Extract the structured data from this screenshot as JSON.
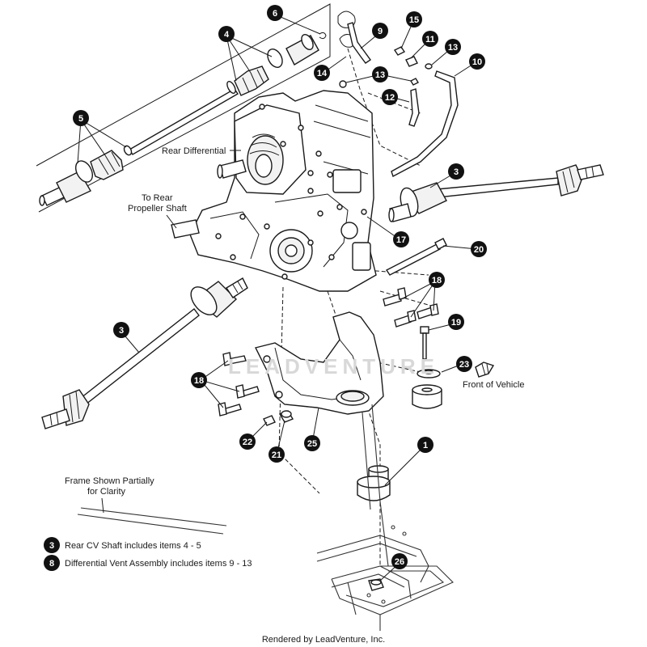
{
  "labels": {
    "rear_differential": "Rear Differential",
    "to_rear_propeller_1": "To Rear",
    "to_rear_propeller_2": "Propeller Shaft",
    "front_of_vehicle": "Front of Vehicle",
    "frame_note_1": "Frame Shown Partially",
    "frame_note_2": "for Clarity"
  },
  "legend": [
    {
      "number": "3",
      "text": "Rear CV Shaft includes items 4 - 5"
    },
    {
      "number": "8",
      "text": "Differential Vent Assembly includes items 9 - 13"
    }
  ],
  "watermark": "LEADVENTURE",
  "footer": "Rendered by LeadVenture, Inc.",
  "callouts": [
    {
      "id": "c6",
      "number": "6"
    },
    {
      "id": "c4",
      "number": "4"
    },
    {
      "id": "c15",
      "number": "15"
    },
    {
      "id": "c9",
      "number": "9"
    },
    {
      "id": "c11",
      "number": "11"
    },
    {
      "id": "c13a",
      "number": "13"
    },
    {
      "id": "c10",
      "number": "10"
    },
    {
      "id": "c14",
      "number": "14"
    },
    {
      "id": "c13b",
      "number": "13"
    },
    {
      "id": "c12",
      "number": "12"
    },
    {
      "id": "c5",
      "number": "5"
    },
    {
      "id": "c3a",
      "number": "3"
    },
    {
      "id": "c17",
      "number": "17"
    },
    {
      "id": "c20",
      "number": "20"
    },
    {
      "id": "c18a",
      "number": "18"
    },
    {
      "id": "c19",
      "number": "19"
    },
    {
      "id": "c3b",
      "number": "3"
    },
    {
      "id": "c23",
      "number": "23"
    },
    {
      "id": "c18b",
      "number": "18"
    },
    {
      "id": "c22",
      "number": "22"
    },
    {
      "id": "c21",
      "number": "21"
    },
    {
      "id": "c25",
      "number": "25"
    },
    {
      "id": "c1",
      "number": "1"
    },
    {
      "id": "c26",
      "number": "26"
    }
  ]
}
